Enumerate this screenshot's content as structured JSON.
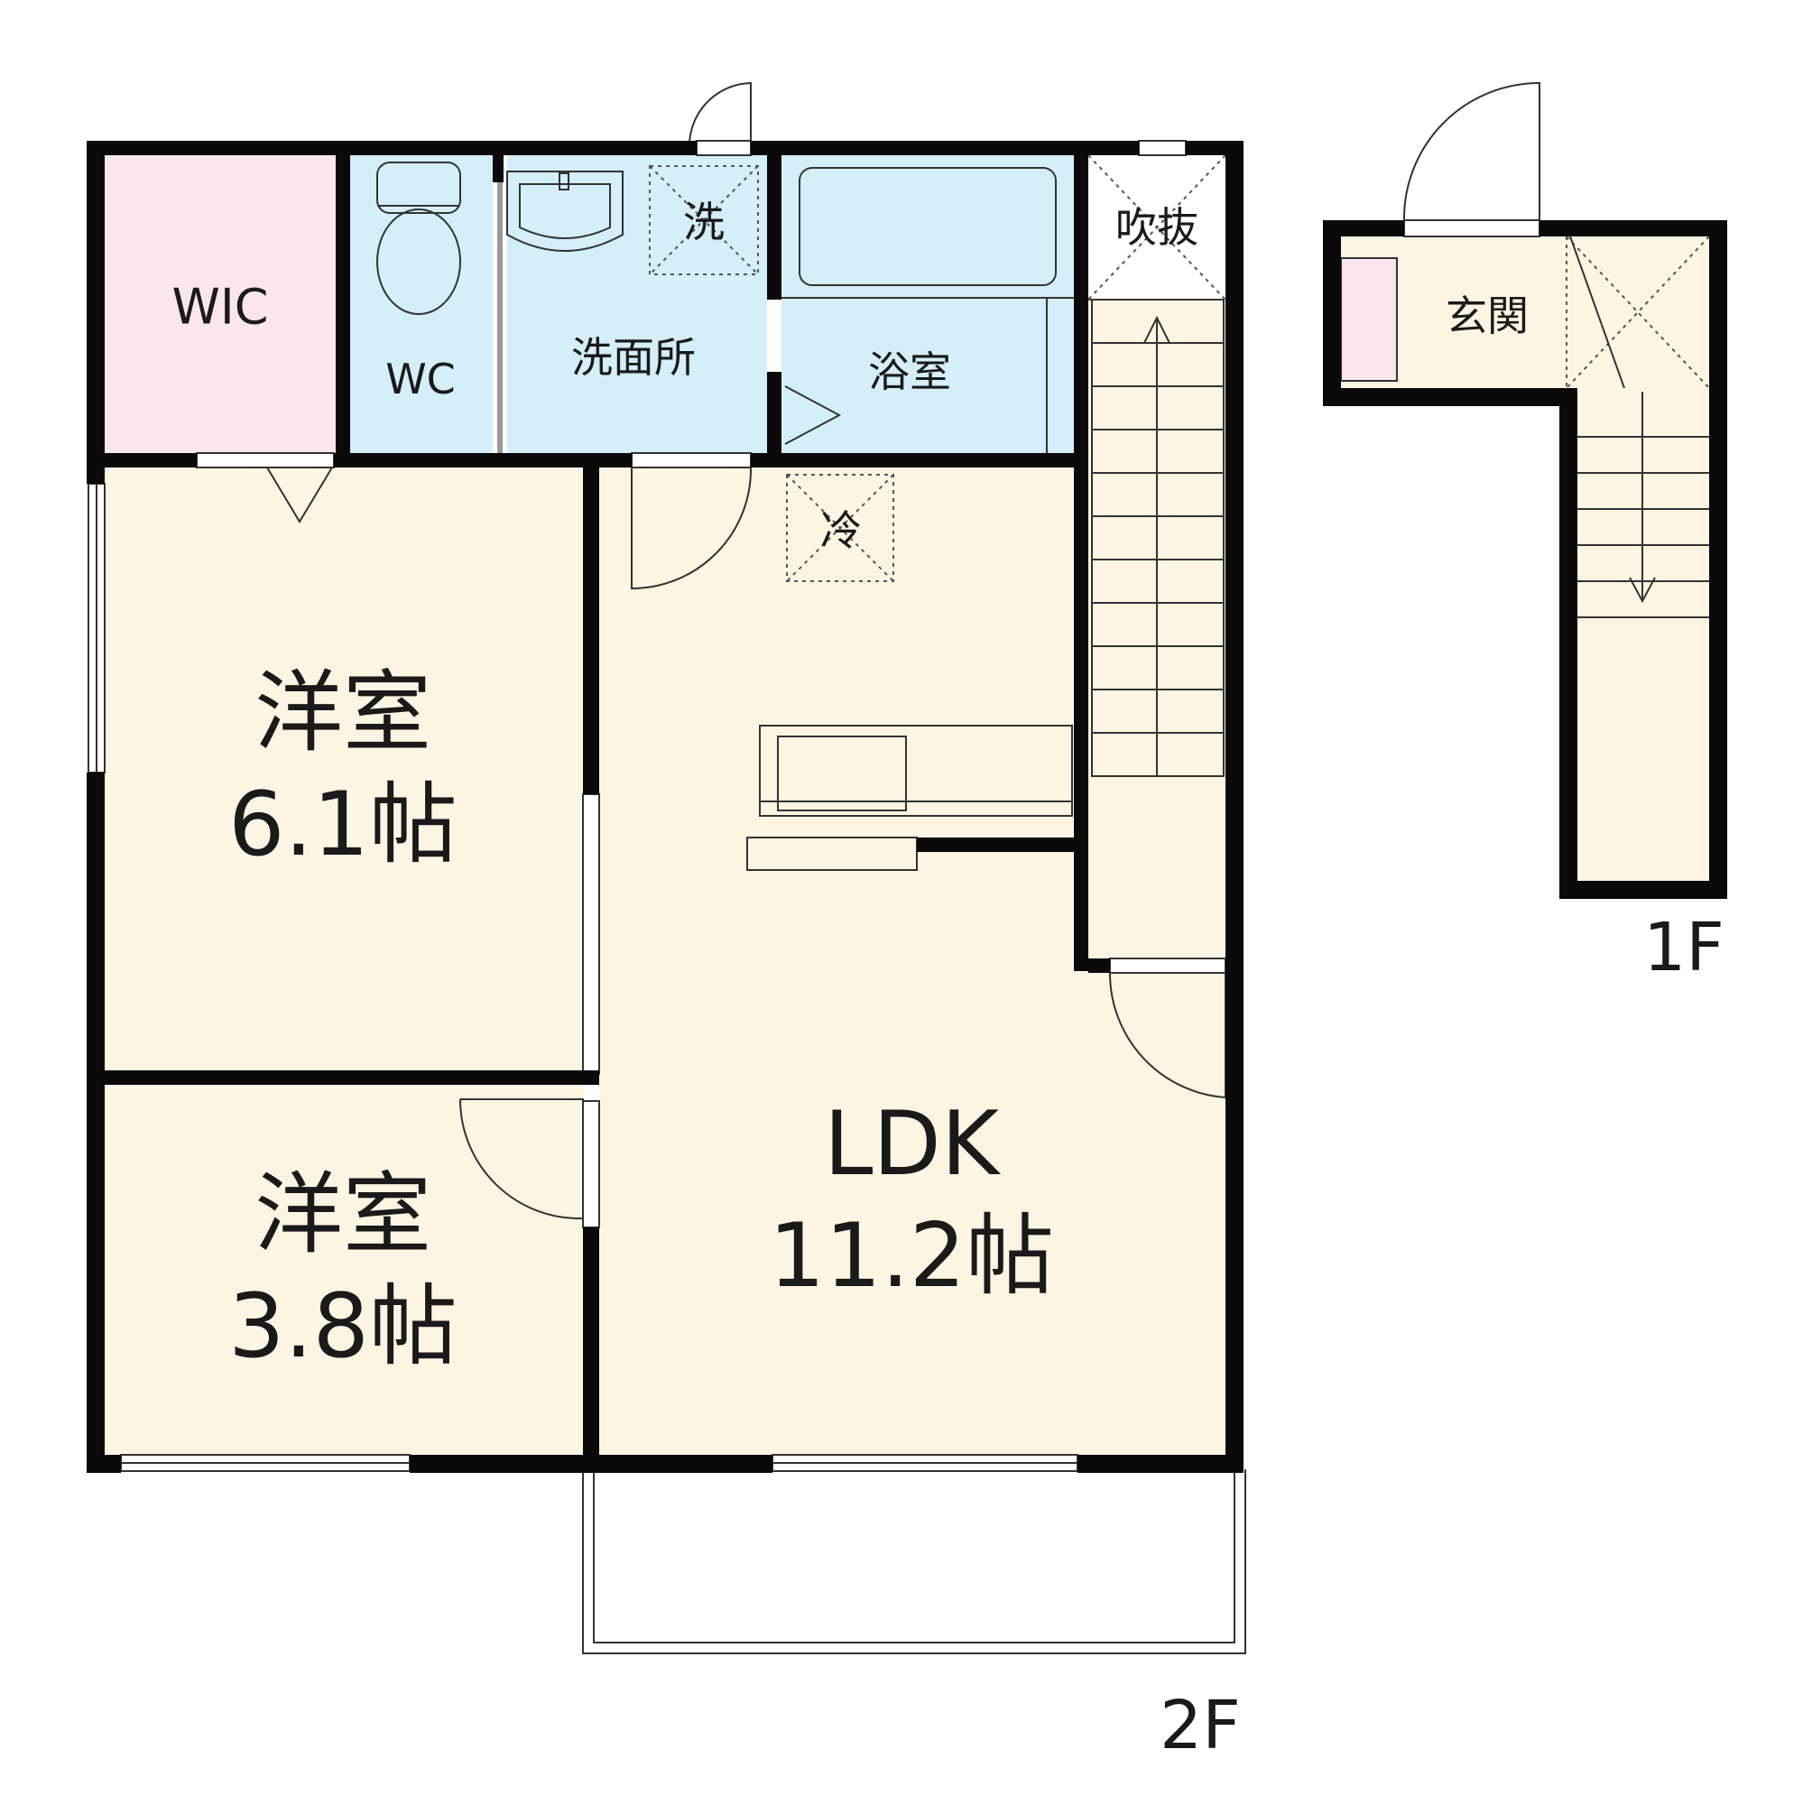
{
  "floors": {
    "second": {
      "label": "2F"
    },
    "first": {
      "label": "1F"
    }
  },
  "rooms": {
    "wic": {
      "name": "WIC"
    },
    "wc": {
      "name": "WC"
    },
    "washroom": {
      "name": "洗面所"
    },
    "washer": {
      "name": "洗"
    },
    "bath": {
      "name": "浴室"
    },
    "void": {
      "name": "吹抜"
    },
    "fridge": {
      "name": "冷"
    },
    "western_large": {
      "name": "洋室",
      "size": "6.1帖"
    },
    "western_small": {
      "name": "洋室",
      "size": "3.8帖"
    },
    "ldk": {
      "name": "LDK",
      "size": "11.2帖"
    },
    "entrance": {
      "name": "玄関"
    }
  },
  "colors": {
    "floor_beige": "#fdf5e2",
    "wet_blue": "#d4eefa",
    "closet_pink": "#fbe6ee",
    "wall": "#0a0a0a"
  }
}
